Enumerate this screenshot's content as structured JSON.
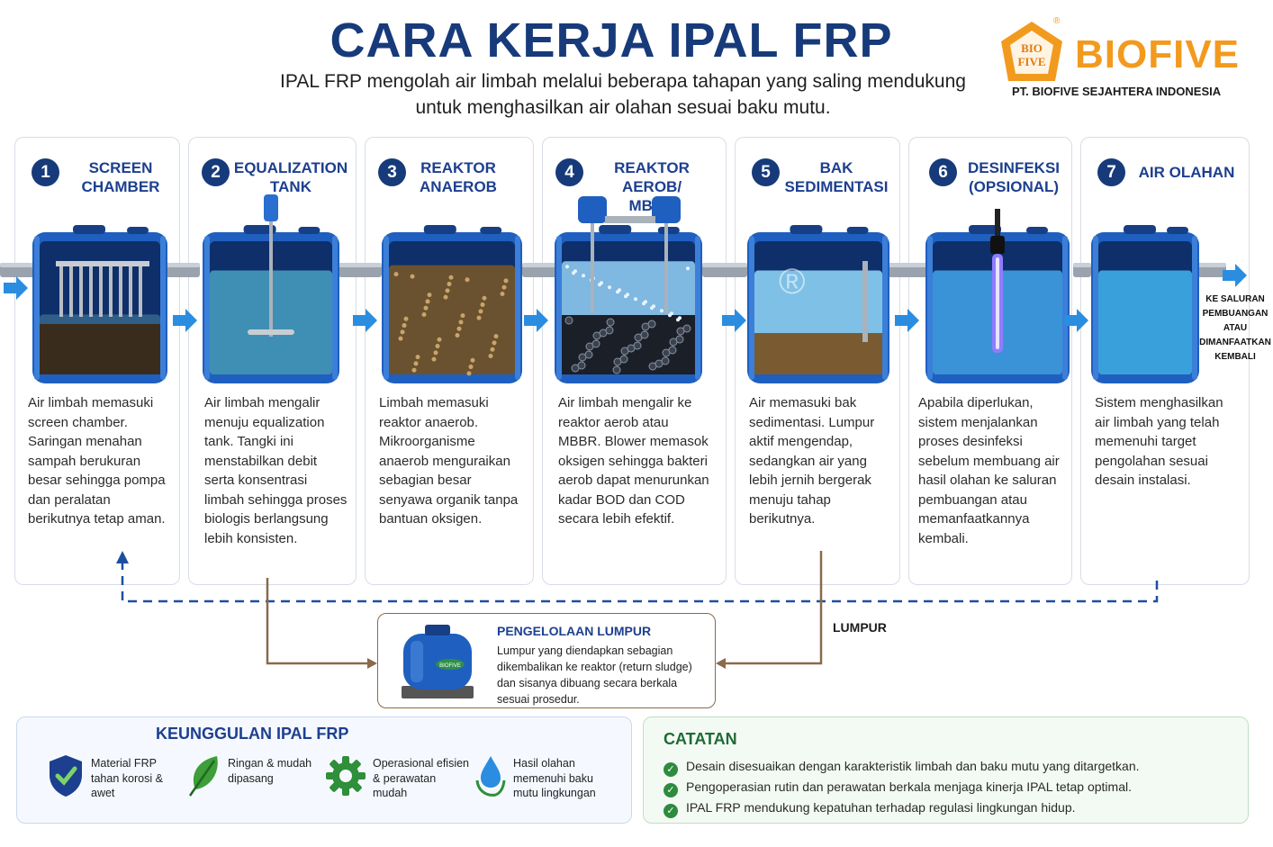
{
  "header": {
    "title": "CARA KERJA IPAL FRP",
    "subtitle_line1": "IPAL FRP mengolah air limbah melalui beberapa tahapan yang saling mendukung",
    "subtitle_line2": "untuk menghasilkan air olahan sesuai baku mutu."
  },
  "logo": {
    "badge_line1": "BIO",
    "badge_line2": "FIVE",
    "name": "BIOFIVE",
    "registered": "®",
    "company": "PT. BIOFIVE SEJAHTERA INDONESIA"
  },
  "steps": [
    {
      "num": "1",
      "title": "SCREEN\nCHAMBER",
      "desc": "Air limbah memasuki screen chamber. Saringan menahan sampah berukuran besar sehingga pompa dan peralatan berikutnya tetap aman."
    },
    {
      "num": "2",
      "title": "EQUALIZATION\nTANK",
      "desc": "Air limbah mengalir menuju equalization tank. Tangki ini menstabilkan debit serta konsentrasi limbah sehingga proses biologis berlangsung lebih konsisten."
    },
    {
      "num": "3",
      "title": "REAKTOR\nANAEROB",
      "desc": "Limbah memasuki reaktor anaerob. Mikroorganisme anaerob menguraikan sebagian besar senyawa organik tanpa bantuan oksigen."
    },
    {
      "num": "4",
      "title": "REAKTOR AEROB/\nMBBR",
      "desc": "Air limbah mengalir ke reaktor aerob atau MBBR. Blower memasok oksigen sehingga bakteri aerob dapat menurunkan kadar BOD dan COD secara lebih efektif."
    },
    {
      "num": "5",
      "title": "BAK\nSEDIMENTASI",
      "desc": "Air memasuki bak sedimentasi. Lumpur aktif mengendap, sedangkan air yang lebih jernih bergerak menuju tahap berikutnya."
    },
    {
      "num": "6",
      "title": "DESINFEKSI\n(OPSIONAL)",
      "desc": "Apabila diperlukan, sistem menjalankan proses desinfeksi sebelum membuang air hasil olahan ke saluran pembuangan atau memanfaatkannya kembali."
    },
    {
      "num": "7",
      "title": "AIR OLAHAN",
      "desc": "Sistem menghasilkan air limbah yang telah memenuhi target pengolahan sesuai desain instalasi."
    }
  ],
  "outlet_label": "KE SALURAN PEMBUANGAN ATAU DIMANFAATKAN KEMBALI",
  "watermark": "®",
  "sludge": {
    "label": "LUMPUR",
    "title": "PENGELOLAAN LUMPUR",
    "text": "Lumpur yang diendapkan sebagian dikembalikan ke reaktor (return sludge) dan sisanya dibuang secara berkala sesuai prosedur.",
    "tank_brand": "BIOFIVE"
  },
  "advantages": {
    "title": "KEUNGGULAN IPAL FRP",
    "items": [
      {
        "icon": "shield-check-icon",
        "text": "Material FRP tahan korosi & awet"
      },
      {
        "icon": "leaf-icon",
        "text": "Ringan & mudah dipasang"
      },
      {
        "icon": "gear-icon",
        "text": "Operasional efisien & perawatan mudah"
      },
      {
        "icon": "water-drop-recycle-icon",
        "text": "Hasil olahan memenuhi baku mutu lingkungan"
      }
    ]
  },
  "notes": {
    "title": "CATATAN",
    "items": [
      "Desain disesuaikan dengan karakteristik limbah dan baku mutu yang ditargetkan.",
      "Pengoperasian rutin dan perawatan berkala menjaga kinerja IPAL tetap optimal.",
      "IPAL FRP mendukung kepatuhan terhadap regulasi lingkungan hidup."
    ]
  },
  "colors": {
    "title_blue": "#173a7a",
    "tank_blue": "#1f5fbf",
    "accent_orange": "#f29a1e",
    "arrow_blue": "#2a8de0",
    "sludge_brown": "#8a6a4a",
    "check_green": "#2e8b3e"
  }
}
